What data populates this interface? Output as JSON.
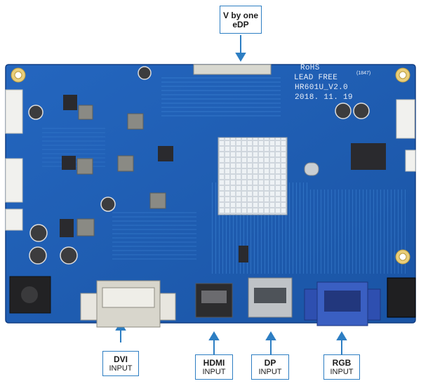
{
  "labels": {
    "top": {
      "line1": "V by one",
      "line2": "eDP"
    },
    "dvi": {
      "name": "DVI",
      "sub": "INPUT"
    },
    "hdmi": {
      "name": "HDMI",
      "sub": "INPUT"
    },
    "dp": {
      "name": "DP",
      "sub": "INPUT"
    },
    "rgb": {
      "name": "RGB",
      "sub": "INPUT"
    }
  },
  "board": {
    "silkscreen": [
      "RoHS",
      "LEAD FREE",
      "HR601U_V2.0",
      "2018. 11. 19"
    ],
    "cert_mark": "(1847)",
    "colors": {
      "pcb": "#1f5fb4",
      "pcb_dark": "#123f84",
      "trace": "#3f86d6",
      "arrow": "#2d7ec3",
      "vga_blue": "#2e4fb0"
    }
  }
}
